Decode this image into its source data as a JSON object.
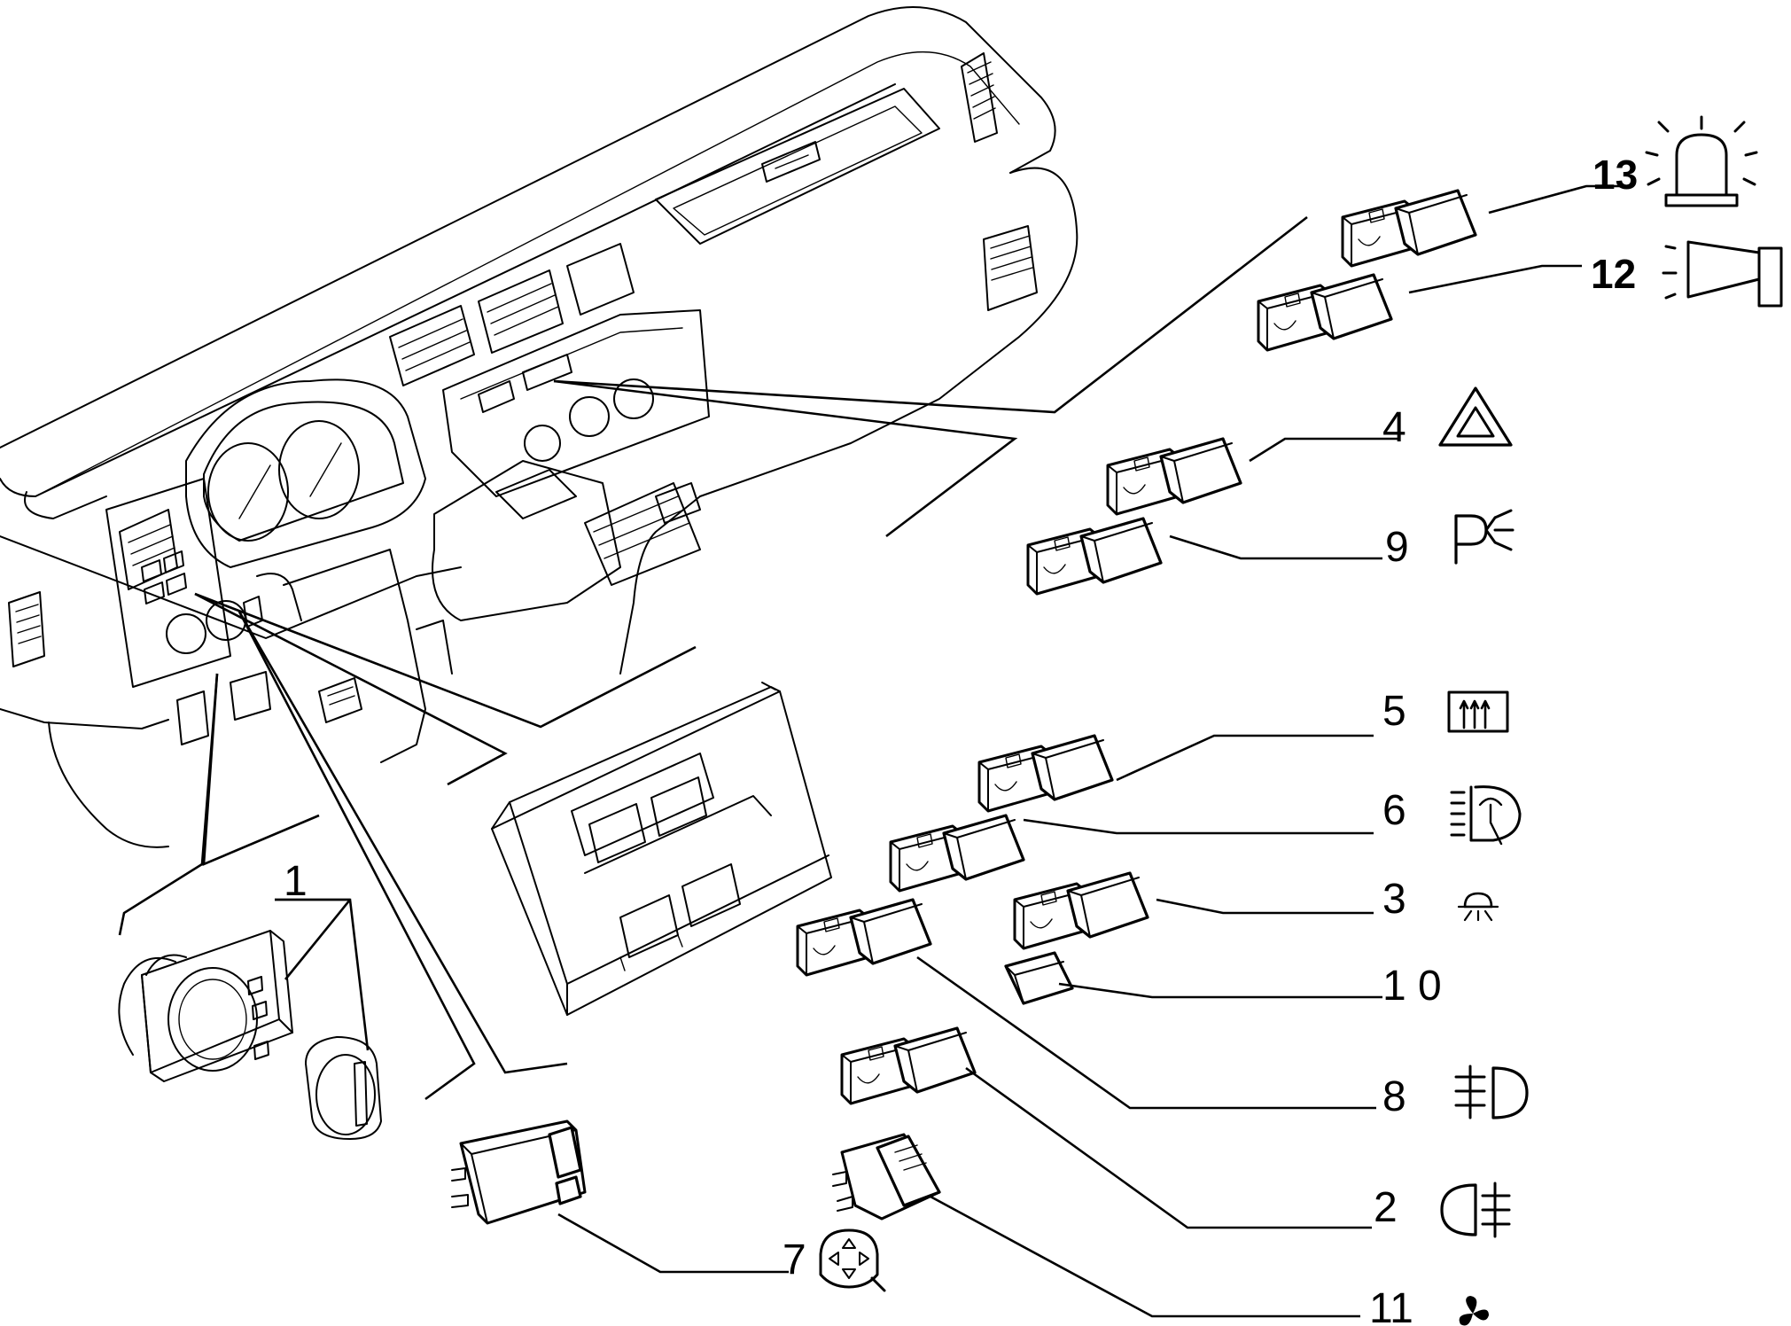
{
  "callouts": [
    {
      "id": "1",
      "label": "1",
      "symbol": "light-switch-knob"
    },
    {
      "id": "2",
      "label": "2",
      "symbol": "rear-fog-lamp-icon"
    },
    {
      "id": "3",
      "label": "3",
      "symbol": "interior-light-icon"
    },
    {
      "id": "4",
      "label": "4",
      "symbol": "hazard-warning-icon"
    },
    {
      "id": "5",
      "label": "5",
      "symbol": "rear-window-defrost-icon"
    },
    {
      "id": "6",
      "label": "6",
      "symbol": "headlamp-washer-icon"
    },
    {
      "id": "7",
      "label": "7",
      "symbol": "mirror-adjust-icon"
    },
    {
      "id": "8",
      "label": "8",
      "symbol": "front-fog-lamp-icon"
    },
    {
      "id": "9",
      "label": "9",
      "symbol": "parking-light-icon"
    },
    {
      "id": "10",
      "label": "1 0",
      "symbol": "blank-cover"
    },
    {
      "id": "11",
      "label": "11",
      "symbol": "fan-icon"
    },
    {
      "id": "12",
      "label": "12",
      "symbol": "horn-icon"
    },
    {
      "id": "13",
      "label": "13",
      "symbol": "beacon-light-icon"
    }
  ]
}
